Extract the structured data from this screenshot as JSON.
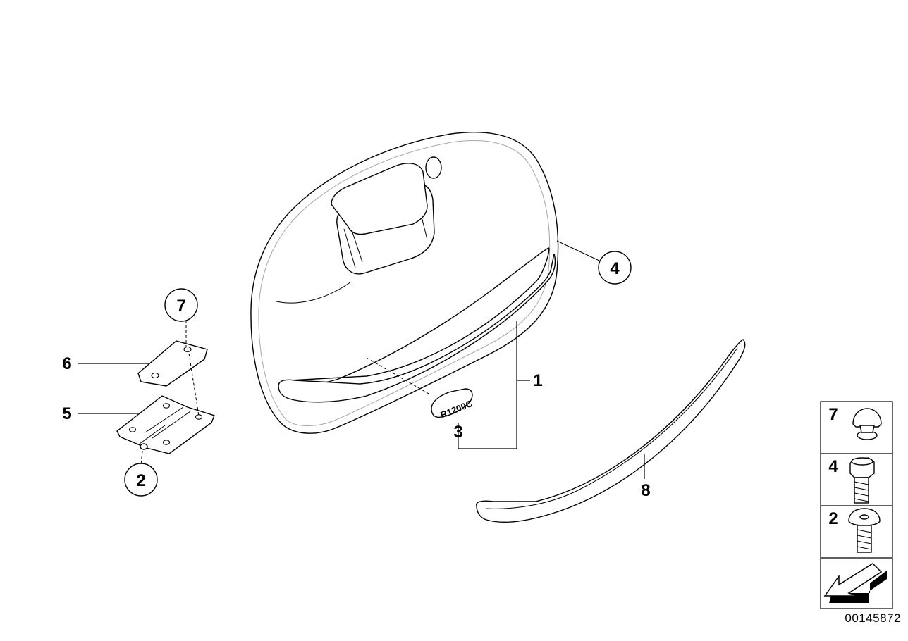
{
  "callouts": {
    "c1": "1",
    "c2": "2",
    "c3": "3",
    "c4": "4",
    "c5": "5",
    "c6": "6",
    "c7": "7",
    "c8": "8"
  },
  "legend": {
    "items": [
      {
        "number": "7",
        "icon": "push-rivet-icon"
      },
      {
        "number": "4",
        "icon": "hex-bolt-icon"
      },
      {
        "number": "2",
        "icon": "torx-screw-icon"
      }
    ],
    "nav_icon": "arrow-left-down-icon"
  },
  "emblem_text": "R1200C",
  "diagram_id": "00145872"
}
